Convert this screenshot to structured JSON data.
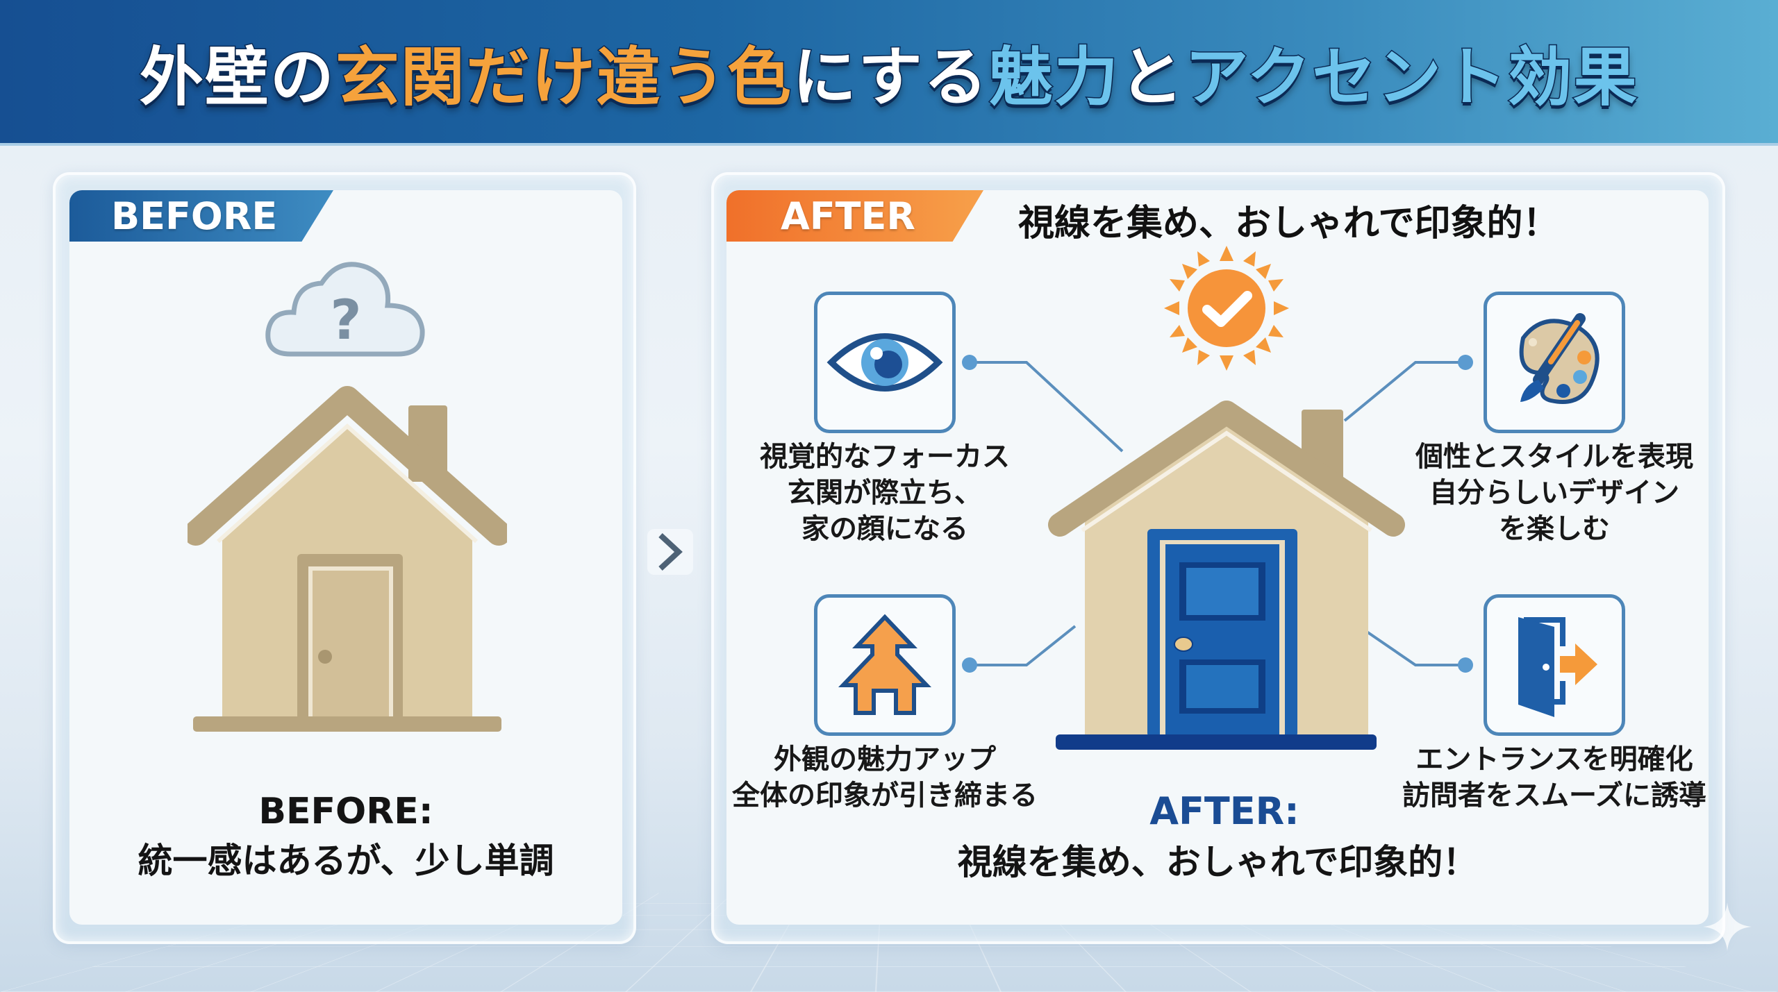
{
  "header": {
    "title_parts": [
      {
        "text": "外壁の",
        "color": "white"
      },
      {
        "text": "玄関だけ違う色",
        "color": "orange"
      },
      {
        "text": "にする",
        "color": "white"
      },
      {
        "text": "魅力",
        "color": "blue"
      },
      {
        "text": "と",
        "color": "white"
      },
      {
        "text": "アクセント効果",
        "color": "blue"
      }
    ]
  },
  "before": {
    "tag": "BEFORE",
    "icon": "cloud-question-icon",
    "caption_title": "BEFORE:",
    "caption_text": "統一感はあるが、少し単調",
    "house": {
      "wall_color": "#dccba4",
      "roof_color": "#b8a57f",
      "door_color": "#d2bf98"
    }
  },
  "transition": {
    "icon": "chevron-right-icon"
  },
  "after": {
    "tag": "AFTER",
    "headline": "視線を集め、おしゃれで印象的！",
    "badge_icon": "sun-check-icon",
    "caption_title": "AFTER:",
    "caption_text": "視線を集め、おしゃれで印象的！",
    "house": {
      "wall_color": "#e2d2ae",
      "roof_color": "#b8a57f",
      "door_color": "#1a5fae"
    },
    "features": [
      {
        "id": "focus",
        "icon": "eye-icon",
        "lines": [
          "視覚的なフォーカス",
          "玄関が際立ち、",
          "家の顔になる"
        ]
      },
      {
        "id": "style",
        "icon": "palette-brush-icon",
        "lines": [
          "個性とスタイルを表現",
          "自分らしいデザイン",
          "を楽しむ"
        ]
      },
      {
        "id": "appeal",
        "icon": "house-up-icon",
        "lines": [
          "外観の魅力アップ",
          "全体の印象が引き締まる"
        ]
      },
      {
        "id": "entrance",
        "icon": "door-enter-icon",
        "lines": [
          "エントランスを明確化",
          "訪問者をスムーズに誘導"
        ]
      }
    ]
  },
  "colors": {
    "header_start": "#164f92",
    "header_end": "#5aaed3",
    "accent_orange": "#f5a23c",
    "accent_blue": "#6cc3ec",
    "before_tag": "#1c5b9a",
    "after_tag": "#f0702a",
    "door_blue": "#1a5fae",
    "line_blue": "#4d86b8"
  }
}
